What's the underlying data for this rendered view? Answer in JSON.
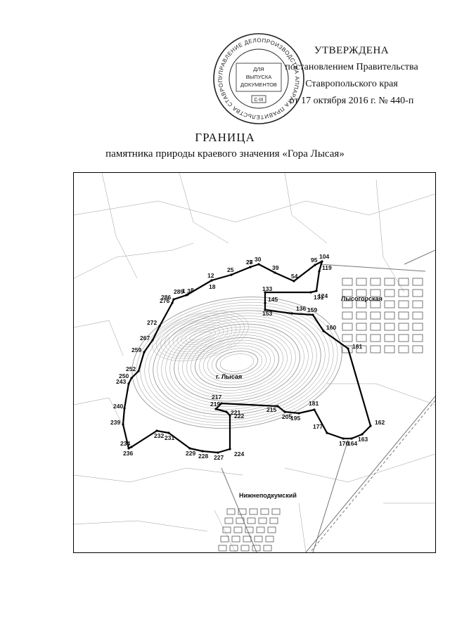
{
  "approval": {
    "heading": "УТВЕРЖДЕНА",
    "line1": "постановлением Правительства",
    "line2": "Ставропольского края",
    "line3": "от 17 октября 2016 г. № 440-п"
  },
  "stamp": {
    "ring_text": "УПРАВЛЕНИЕ ДЕЛОПРОИЗВОДСТВА АППАРАТА ПРАВИТЕЛЬСТВА СТАВРОПОЛЬСКОГО КРАЯ",
    "center_lines": [
      "ДЛЯ",
      "ВЫПУСКА",
      "ДОКУМЕНТОВ"
    ],
    "code": "С-III"
  },
  "title": "ГРАНИЦА",
  "subtitle": "памятника природы краевого значения «Гора Лысая»",
  "map": {
    "mountain_label": "г. Лысая",
    "place_labels": [
      {
        "id": "lysogorskaya",
        "text": "Лысогорская"
      },
      {
        "id": "nizhnepodkumsky",
        "text": "Нижнеподкумский"
      }
    ],
    "boundary_points": [
      "1 3",
      "8",
      "12",
      "18",
      "25",
      "27",
      "28",
      "30",
      "39",
      "54",
      "95",
      "104",
      "119",
      "124",
      "131",
      "133",
      "145",
      "153",
      "136",
      "159",
      "160",
      "161",
      "162",
      "163",
      "164",
      "170",
      "177",
      "181",
      "195",
      "205",
      "215",
      "217",
      "219",
      "221",
      "222",
      "224",
      "227",
      "228",
      "229",
      "231",
      "232",
      "234",
      "236",
      "239",
      "240",
      "243",
      "250",
      "252",
      "259",
      "267",
      "272",
      "276",
      "286",
      "289"
    ]
  },
  "colors": {
    "ink": "#111111",
    "terrain": "#8a8a8a",
    "boundary": "#000000"
  }
}
